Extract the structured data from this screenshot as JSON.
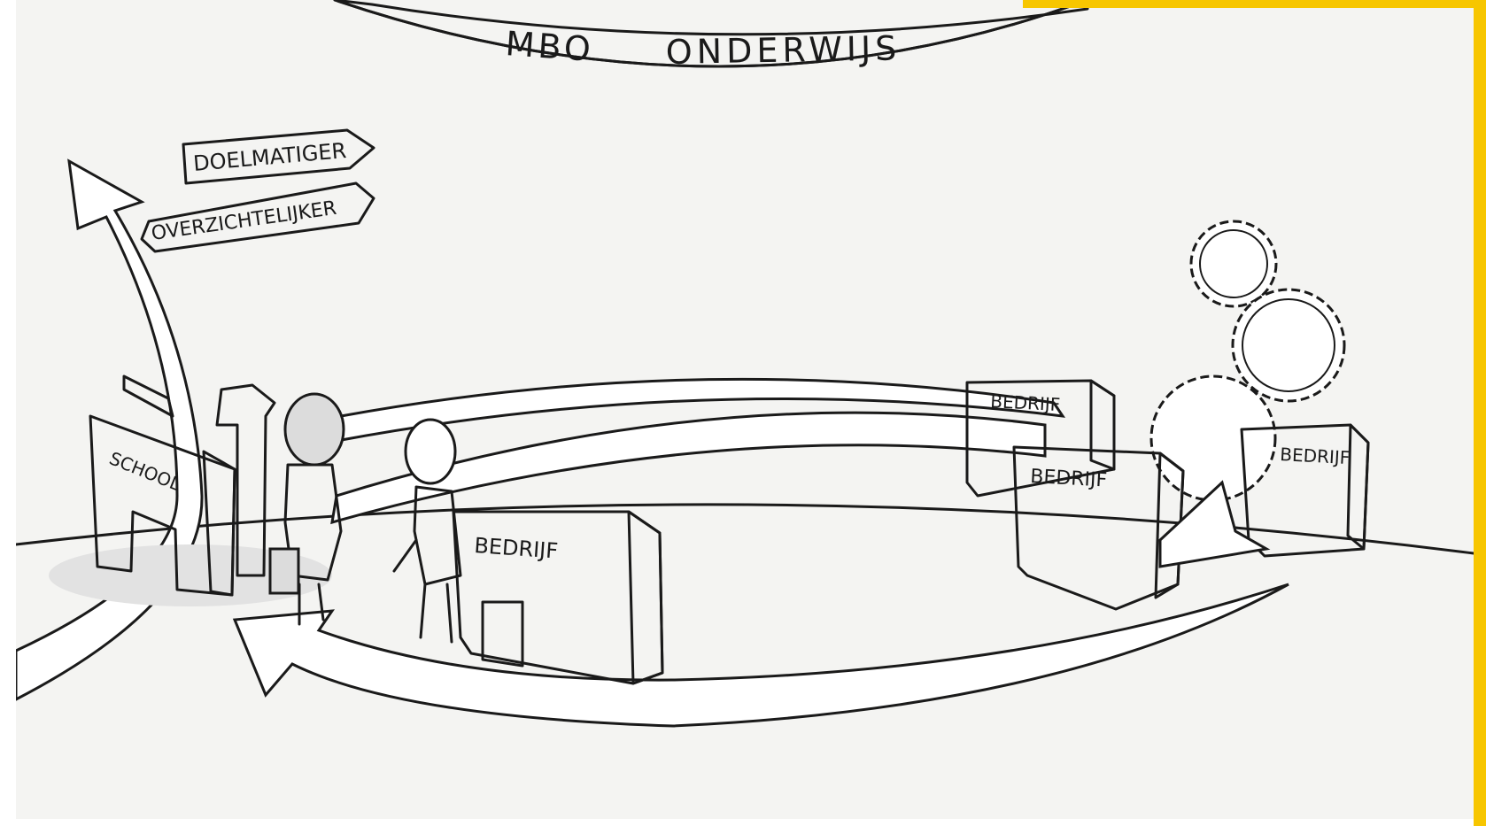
{
  "banner": {
    "word1": "MBO",
    "word2": "ONDERWIJS"
  },
  "signs": {
    "top": "DOELMATIGER",
    "bottom": "OVERZICHTELIJKER"
  },
  "school": {
    "label": "SCHOOL"
  },
  "companies": [
    {
      "label": "BEDRIJF"
    },
    {
      "label": "BEDRIJF"
    },
    {
      "label": "BEDRIJF"
    },
    {
      "label": "BEDRIJF"
    }
  ],
  "colors": {
    "frame": "#f7c600",
    "school": "#3f8a8c",
    "arrow_orange": "#e8a33d",
    "company": "#e9e38a",
    "background": "#f4f4f2"
  }
}
